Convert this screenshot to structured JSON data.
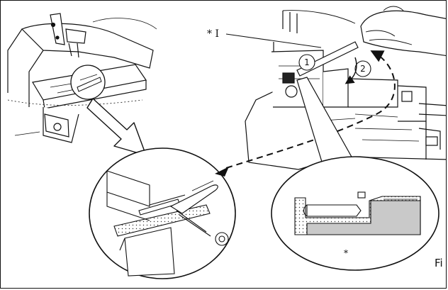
{
  "labels": {
    "part_marker": "* I",
    "detail_marker": "*",
    "figure_caption": "Fi"
  },
  "steps": {
    "step_1": "1",
    "step_2": "2"
  },
  "colors": {
    "line": "#111111",
    "shade": "#c9c9c9",
    "background": "#ffffff"
  },
  "icons": {
    "step_marker": "circled-number",
    "direction": "arrow"
  }
}
